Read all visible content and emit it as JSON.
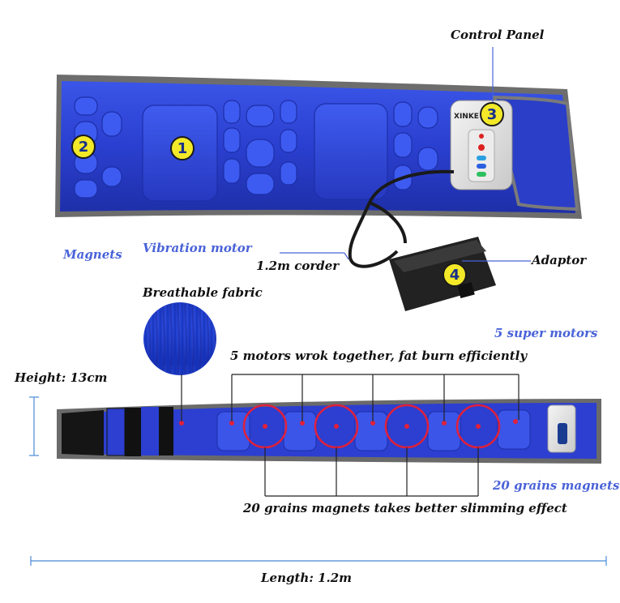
{
  "labels": {
    "control_panel": "Control Panel",
    "magnets": "Magnets",
    "vibration_motor": "Vibration motor",
    "corder": "1.2m corder",
    "adaptor": "Adaptor",
    "breathable_fabric": "Breathable fabric",
    "super_motors": "5 super motors",
    "motors_together": "5 motors wrok together, fat burn efficiently",
    "height": "Height: 13cm",
    "grains_magnets": "20 grains magnets",
    "grains_effect": "20 grains magnets takes better slimming effect",
    "length": "Length: 1.2m"
  },
  "badges": {
    "one": "1",
    "two": "2",
    "three": "3",
    "four": "4"
  },
  "device_text": {
    "brand": "XINKE"
  },
  "colors": {
    "belt_blue": "#2f45d6",
    "label_blue": "#4a63d8",
    "badge_yellow": "#f3e928",
    "marker_red": "#e0203a"
  }
}
